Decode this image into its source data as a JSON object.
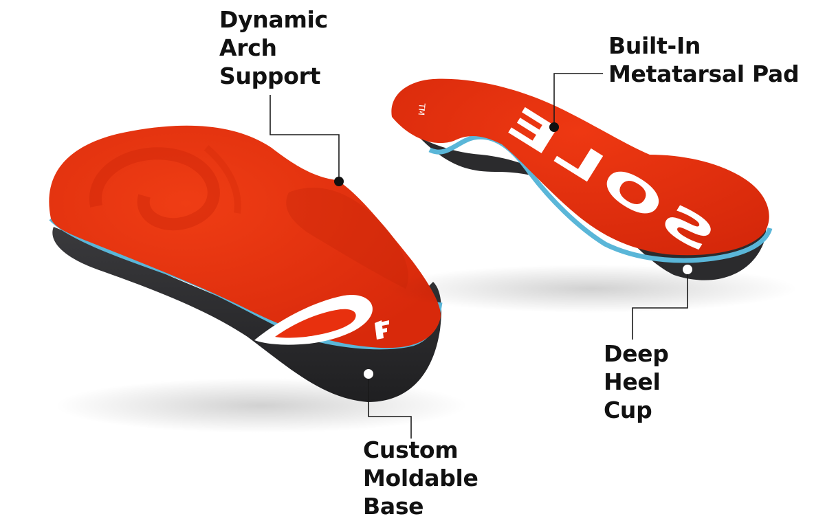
{
  "callouts": {
    "arch_support": [
      "Dynamic",
      "Arch",
      "Support"
    ],
    "metatarsal_pad": [
      "Built-In",
      "Metatarsal Pad"
    ],
    "heel_cup": [
      "Deep",
      "Heel",
      "Cup"
    ],
    "moldable_base": [
      "Custom",
      "Moldable",
      "Base"
    ]
  },
  "product_marks": {
    "logo_text": "SOLE",
    "trademark": "TM"
  },
  "colors": {
    "insole_red": "#e8300e",
    "insole_red_dark": "#c9240a",
    "foam_blue": "#5ab6d8",
    "base_black": "#2b2b2d",
    "label_text": "#111111",
    "leader_line": "#1a1a1a"
  }
}
